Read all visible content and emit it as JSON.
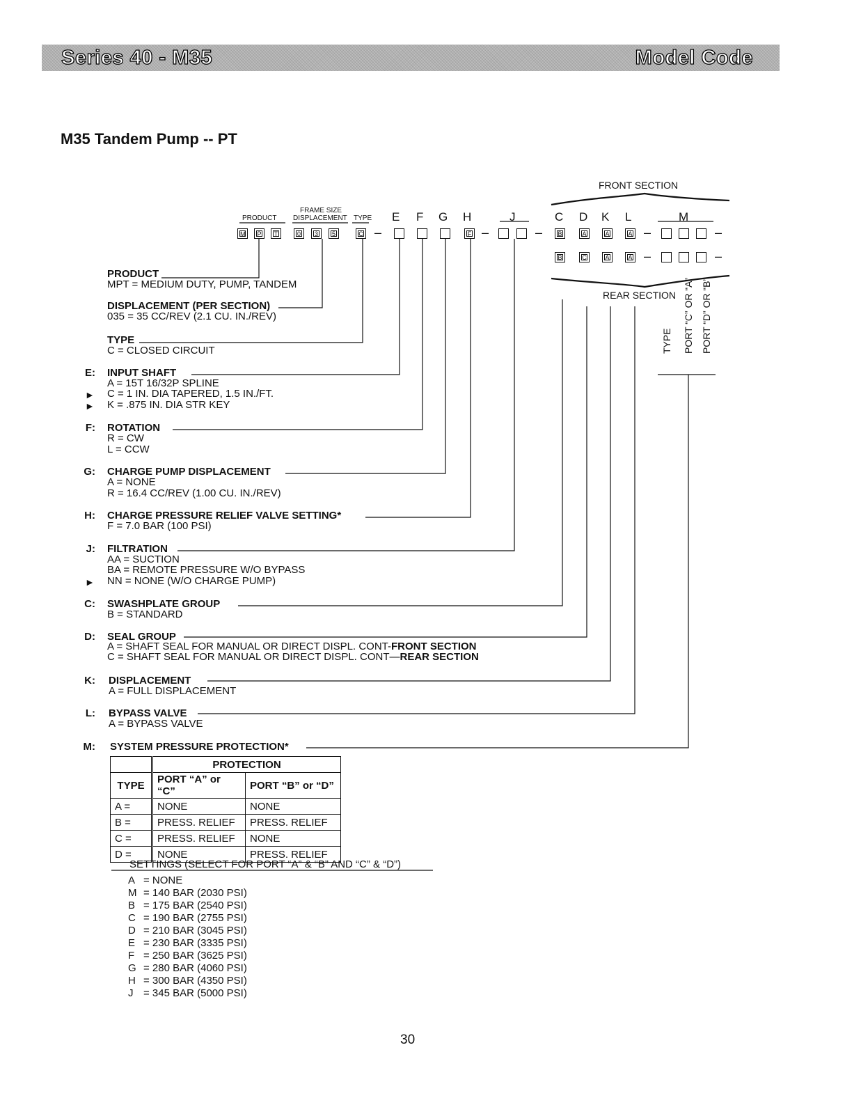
{
  "banner": {
    "left": "Series 40 - M35",
    "right": "Model Code"
  },
  "heading": "M35 Tandem Pump -- PT",
  "diagram": {
    "front_section": "FRONT SECTION",
    "rear_section": "REAR SECTION",
    "product_label": "PRODUCT",
    "frame_size_label": "FRAME SIZE",
    "displacement_label": "DISPLACEMENT",
    "type_label": "TYPE",
    "letters": [
      "E",
      "F",
      "G",
      "H",
      "J",
      "C",
      "D",
      "K",
      "L",
      "M"
    ],
    "product_boxes": [
      "M",
      "P",
      "T"
    ],
    "displacement_boxes": [
      "0",
      "3",
      "5"
    ],
    "type_box": "C",
    "h_box": "F",
    "front_boxes": [
      "B",
      "A",
      "A",
      "A"
    ],
    "rear_boxes": [
      "B",
      "C",
      "A",
      "A"
    ],
    "m_columns": [
      "TYPE",
      "PORT “C” OR “A”",
      "PORT “D” OR “B”"
    ]
  },
  "sections": {
    "product": {
      "title": "PRODUCT",
      "options": [
        "MPT = MEDIUM DUTY, PUMP, TANDEM"
      ]
    },
    "displacement": {
      "title": "DISPLACEMENT (PER SECTION)",
      "options": [
        "035 = 35 CC/REV (2.1 CU. IN./REV)"
      ]
    },
    "type": {
      "title": "TYPE",
      "options": [
        "C = CLOSED CIRCUIT"
      ]
    },
    "E": {
      "code": "E:",
      "title": "INPUT SHAFT",
      "options": [
        "A = 15T 16/32P SPLINE",
        "C = 1 IN. DIA TAPERED, 1.5 IN./FT.",
        "K = .875 IN. DIA STR KEY"
      ]
    },
    "F": {
      "code": "F:",
      "title": "ROTATION",
      "options": [
        "R = CW",
        "L = CCW"
      ]
    },
    "G": {
      "code": "G:",
      "title": "CHARGE PUMP DISPLACEMENT",
      "options": [
        "A = NONE",
        "R = 16.4 CC/REV (1.00 CU. IN./REV)"
      ]
    },
    "H": {
      "code": "H:",
      "title": "CHARGE PRESSURE RELIEF VALVE SETTING*",
      "options": [
        "F = 7.0 BAR (100 PSI)"
      ]
    },
    "J": {
      "code": "J:",
      "title": "FILTRATION",
      "options": [
        "AA = SUCTION",
        "BA = REMOTE PRESSURE W/O BYPASS",
        "NN = NONE (W/O CHARGE PUMP)"
      ]
    },
    "C": {
      "code": "C:",
      "title": "SWASHPLATE GROUP",
      "options": [
        "B = STANDARD"
      ]
    },
    "D": {
      "code": "D:",
      "title": "SEAL GROUP",
      "opt_a": "A = SHAFT SEAL FOR MANUAL OR DIRECT DISPL. CONT-",
      "opt_a_bold": "FRONT SECTION",
      "opt_c": "C = SHAFT SEAL FOR MANUAL OR DIRECT DISPL. CONT—",
      "opt_c_bold": "REAR SECTION"
    },
    "K": {
      "code": "K:",
      "title": "DISPLACEMENT",
      "options": [
        "A = FULL DISPLACEMENT"
      ]
    },
    "L": {
      "code": "L:",
      "title": "BYPASS VALVE",
      "options": [
        "A = BYPASS VALVE"
      ]
    },
    "M": {
      "code": "M:",
      "title": "SYSTEM PRESSURE PROTECTION*"
    }
  },
  "protection_table": {
    "header": "PROTECTION",
    "columns": [
      "TYPE",
      "PORT “A” or “C”",
      "PORT “B” or “D”"
    ],
    "rows": [
      [
        "A =",
        "NONE",
        "NONE"
      ],
      [
        "B =",
        "PRESS. RELIEF",
        "PRESS. RELIEF"
      ],
      [
        "C =",
        "PRESS. RELIEF",
        "NONE"
      ],
      [
        "D =",
        "NONE",
        "PRESS. RELIEF"
      ]
    ]
  },
  "settings": {
    "title": "SETTINGS (SELECT FOR PORT “A” & “B” AND “C” & “D”)",
    "items": [
      {
        "code": "A",
        "value": "= NONE"
      },
      {
        "code": "M",
        "value": "= 140 BAR (2030 PSI)"
      },
      {
        "code": "B",
        "value": "= 175 BAR (2540 PSI)"
      },
      {
        "code": "C",
        "value": "= 190 BAR (2755 PSI)"
      },
      {
        "code": "D",
        "value": "= 210 BAR (3045 PSI)"
      },
      {
        "code": "E",
        "value": "= 230 BAR (3335 PSI)"
      },
      {
        "code": "F",
        "value": "= 250 BAR (3625 PSI)"
      },
      {
        "code": "G",
        "value": "= 280 BAR (4060 PSI)"
      },
      {
        "code": "H",
        "value": "= 300 BAR (4350 PSI)"
      },
      {
        "code": "J",
        "value": "= 345 BAR (5000 PSI)"
      }
    ]
  },
  "page_number": "30"
}
